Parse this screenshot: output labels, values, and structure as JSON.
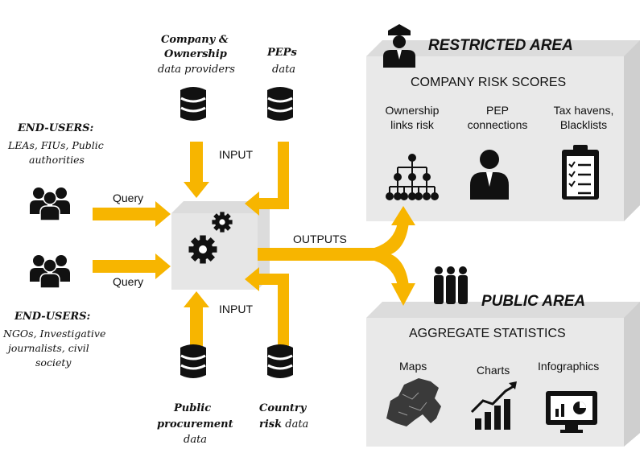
{
  "colors": {
    "accent": "#f7b500",
    "panel": "#e9e9e9",
    "panel_top": "#dcdcdc",
    "panel_side": "#cfcfcf",
    "icon": "#111111"
  },
  "sources": {
    "company": {
      "title_line1": "Company &",
      "title_line2": "Ownership",
      "sub": "data providers",
      "icon": "database-icon"
    },
    "peps": {
      "title": "PEPs",
      "sub": "data",
      "icon": "database-icon"
    },
    "procurement": {
      "title_line1": "Public",
      "title_line2": "procurement",
      "sub": "data",
      "icon": "database-icon"
    },
    "country": {
      "title": "Country",
      "sub_inline": "risk",
      "sub": "data",
      "icon": "database-icon"
    }
  },
  "labels": {
    "input_top": "INPUT",
    "input_bottom": "INPUT",
    "outputs": "OUTPUTS",
    "query1": "Query",
    "query2": "Query"
  },
  "end_users_top": {
    "title": "END-USERS:",
    "line1": "LEAs, FIUs, Public",
    "line2": "authorities",
    "icon": "group-icon"
  },
  "end_users_bottom": {
    "title": "END-USERS:",
    "line1": "NGOs, Investigative",
    "line2": "journalists, civil",
    "line3": "society",
    "icon": "group-icon"
  },
  "engine": {
    "icon": "gears-icon"
  },
  "restricted": {
    "title": "RESTRICTED AREA",
    "icon": "security-officer-icon",
    "subtitle": "COMPANY RISK SCORES",
    "items": [
      {
        "line1": "Ownership",
        "line2": "links risk",
        "icon": "hierarchy-icon"
      },
      {
        "line1": "PEP",
        "line2": "connections",
        "icon": "person-icon"
      },
      {
        "line1": "Tax havens,",
        "line2": "Blacklists",
        "icon": "clipboard-checklist-icon"
      }
    ]
  },
  "public": {
    "title": "PUBLIC AREA",
    "icon": "crowd-icon",
    "subtitle": "AGGREGATE STATISTICS",
    "items": [
      {
        "label": "Maps",
        "icon": "europe-map-icon"
      },
      {
        "label": "Charts",
        "icon": "growth-chart-icon"
      },
      {
        "label": "Infographics",
        "icon": "monitor-chart-icon"
      }
    ]
  }
}
